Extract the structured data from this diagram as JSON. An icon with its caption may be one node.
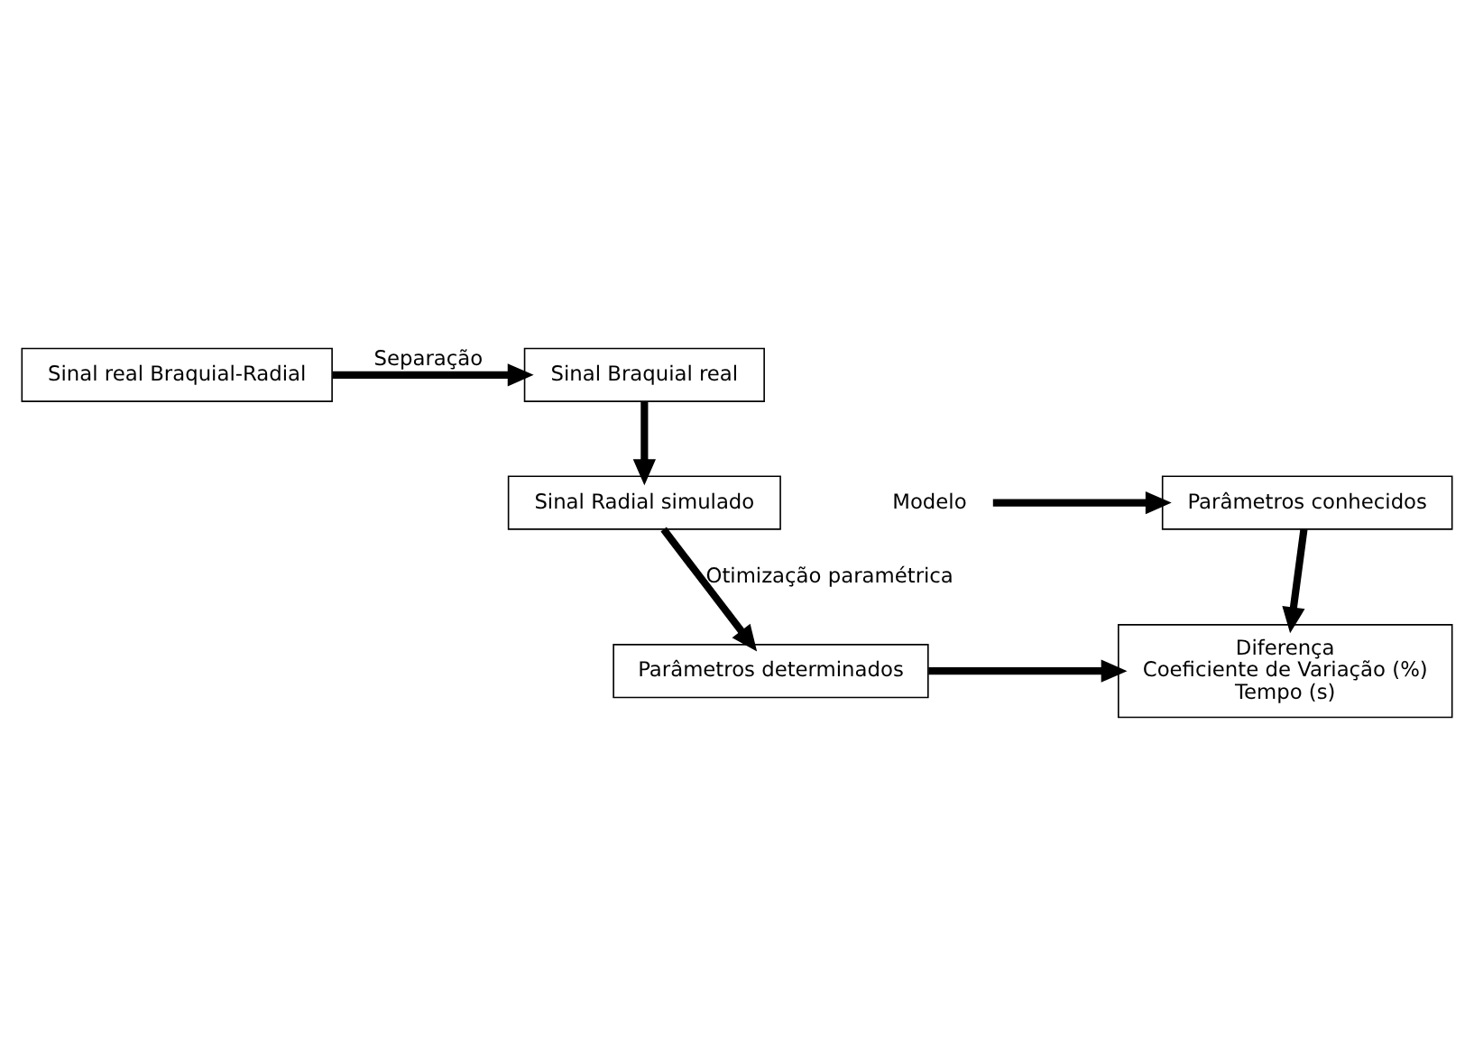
{
  "diagram": {
    "nodes": [
      {
        "text": [
          "Sinal real Braquial-Radial"
        ]
      },
      {
        "text": [
          "Sinal Braquial real"
        ]
      },
      {
        "text": [
          "Modelo"
        ]
      },
      {
        "text": [
          "Parâmetros conhecidos"
        ]
      },
      {
        "text": [
          "Sinal Radial simulado"
        ]
      },
      {
        "text": [
          "Parâmetros determinados"
        ]
      },
      {
        "text": [
          "Diferença",
          "Coeficiente de Variação (%)",
          "Tempo (s)"
        ]
      }
    ],
    "edges": [
      {
        "from": 0,
        "to": 1,
        "arrow": "to",
        "label": "Separação"
      },
      {
        "from": 1,
        "to": 4,
        "arrow": "to"
      },
      {
        "from": 2,
        "to": 3,
        "arrow": "to"
      },
      {
        "from": 3,
        "to": 6,
        "arrow": "to"
      },
      {
        "from": 4,
        "to": 5,
        "arrow": "to",
        "label": "Otimização paramétrica"
      },
      {
        "from": 5,
        "to": 6,
        "arrow": "to"
      }
    ]
  }
}
